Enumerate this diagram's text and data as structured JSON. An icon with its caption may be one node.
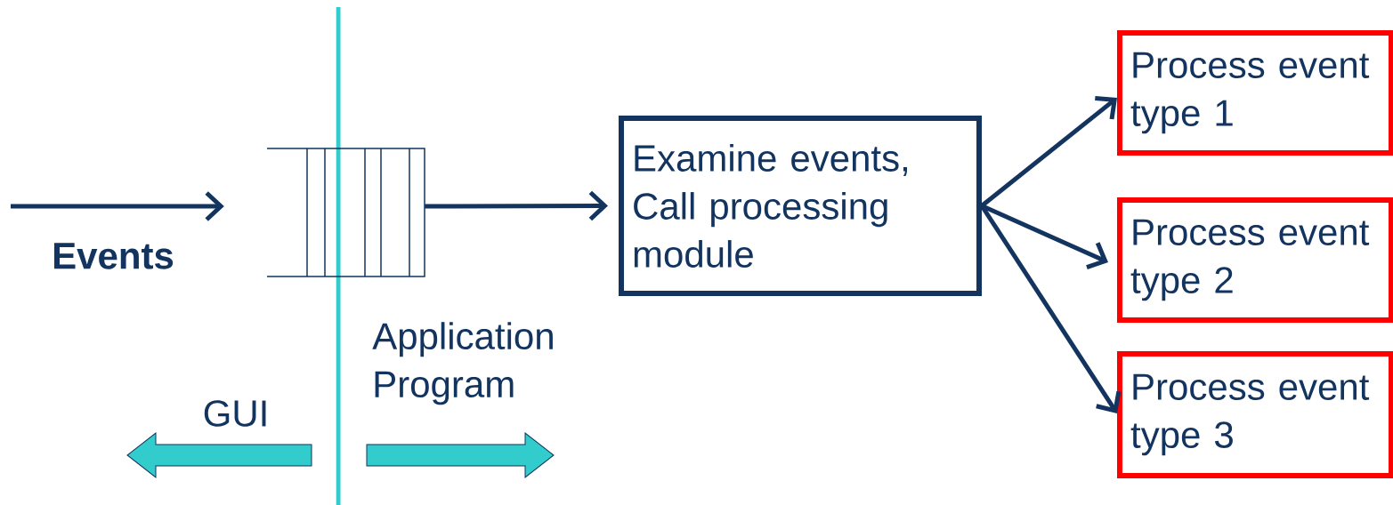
{
  "diagram": {
    "nodes": [
      {
        "text": [],
        "shape": "box"
      },
      {
        "text": [
          "Examine events, Call processing module"
        ]
      },
      {
        "text": [
          "Process event type 1"
        ]
      },
      {
        "text": [
          "Process event type 2"
        ]
      },
      {
        "text": [
          "Process event type 3"
        ]
      }
    ],
    "edges": [
      {
        "from": null,
        "to": 0,
        "arrow": "to",
        "label": "Events"
      },
      {
        "from": 0,
        "to": 1,
        "arrow": "to"
      },
      {
        "from": 1,
        "to": 2,
        "arrow": "to"
      },
      {
        "from": 1,
        "to": 3,
        "arrow": "to"
      },
      {
        "from": 1,
        "to": 4,
        "arrow": "to"
      }
    ],
    "labels": [
      "Application Program",
      "GUI"
    ]
  }
}
